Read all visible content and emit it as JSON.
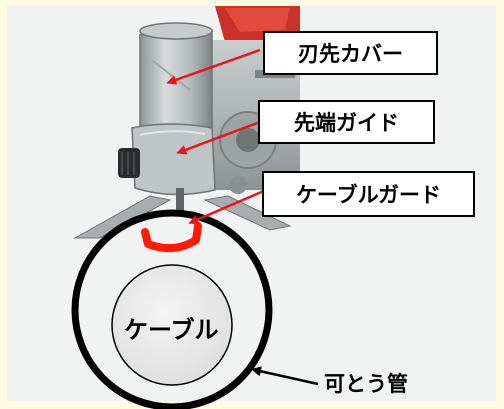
{
  "labels": {
    "blade_cover": "刃先カバー",
    "tip_guide": "先端ガイド",
    "cable_guard": "ケーブルガード",
    "cable": "ケーブル",
    "conduit": "可とう管"
  },
  "colors": {
    "background": "#fdfbe0",
    "arrow": "#e8151b",
    "guard_mark": "#ff1a00",
    "tool_accent": "#c8322a"
  }
}
